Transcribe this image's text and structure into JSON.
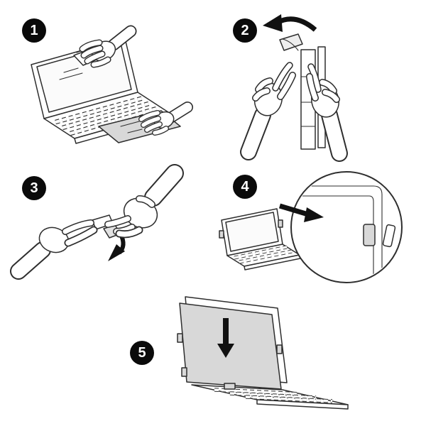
{
  "document": {
    "background": "#ffffff",
    "kind": "screen-filter-installation-instructions"
  },
  "colors": {
    "badge_bg": "#0a0a0a",
    "badge_text": "#ffffff",
    "line": "#2e2e2e",
    "light_gray": "#d8d8d8",
    "screen_gray": "#fbfbfb",
    "tab_gray": "#e2e2e2",
    "arrow": "#111111"
  },
  "steps": [
    {
      "number": "1",
      "illustration": "wipe-laptop-screen-with-cloth"
    },
    {
      "number": "2",
      "illustration": "peel-tab-from-adhesive-strip"
    },
    {
      "number": "3",
      "illustration": "fold-back-tab-liner"
    },
    {
      "number": "4",
      "illustration": "attach-tab-to-screen-edge-detail"
    },
    {
      "number": "5",
      "illustration": "slide-filter-panel-onto-display"
    }
  ]
}
